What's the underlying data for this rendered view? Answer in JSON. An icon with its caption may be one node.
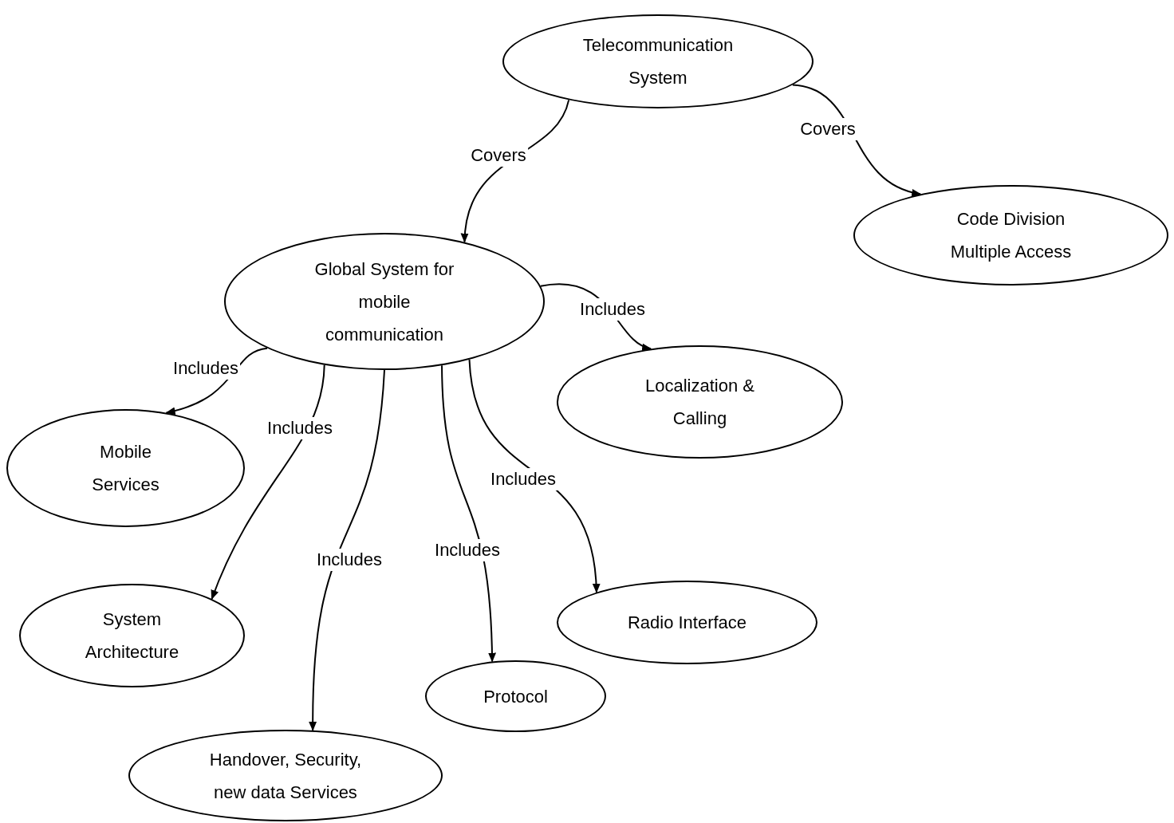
{
  "diagram": {
    "nodes": [
      {
        "text": [
          "Telecommunication System"
        ]
      },
      {
        "text": [
          "Code Division Multiple Access"
        ]
      },
      {
        "text": [
          "Global System for mobile communication"
        ]
      },
      {
        "text": [
          "Localization & Calling"
        ]
      },
      {
        "text": [
          "Mobile Services"
        ]
      },
      {
        "text": [
          "System Architecture"
        ]
      },
      {
        "text": [
          "Radio Interface"
        ]
      },
      {
        "text": [
          "Protocol"
        ]
      },
      {
        "text": [
          "Handover, Security, new data Services"
        ]
      }
    ],
    "edges": [
      {
        "from": 0,
        "to": 2,
        "arrow": "to",
        "label": "Covers"
      },
      {
        "from": 0,
        "to": 1,
        "arrow": "to",
        "label": "Covers"
      },
      {
        "from": 2,
        "to": 3,
        "arrow": "to",
        "label": "Includes"
      },
      {
        "from": 2,
        "to": 4,
        "arrow": "to",
        "label": "Includes"
      },
      {
        "from": 2,
        "to": 5,
        "arrow": "to",
        "label": "Includes"
      },
      {
        "from": 2,
        "to": 8,
        "arrow": "to",
        "label": "Includes"
      },
      {
        "from": 2,
        "to": 7,
        "arrow": "to",
        "label": "Includes"
      },
      {
        "from": 2,
        "to": 6,
        "arrow": "to",
        "label": "Includes"
      }
    ]
  }
}
